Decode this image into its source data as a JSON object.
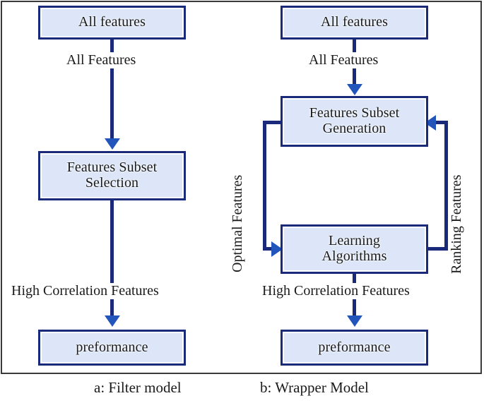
{
  "figure": {
    "colors": {
      "box_border": "#1a2a7a",
      "box_fill": "#dce6f8",
      "arrow": "#2255bb",
      "frame": "#3a3a3a",
      "text": "#1a1a1a"
    },
    "panels": [
      {
        "id": "filter-model",
        "caption": "a: Filter model",
        "boxes": [
          {
            "id": "all-features",
            "label": "All features"
          },
          {
            "id": "features-subset-selection",
            "label": "Features Subset Selection"
          },
          {
            "id": "preformance",
            "label": "preformance"
          }
        ],
        "edge_labels": [
          {
            "id": "all-features-edge",
            "label": "All Features"
          },
          {
            "id": "high-correlation-features-edge",
            "label": "High Correlation Features"
          }
        ]
      },
      {
        "id": "wrapper-model",
        "caption": "b: Wrapper Model",
        "boxes": [
          {
            "id": "all-features",
            "label": "All features"
          },
          {
            "id": "features-subset-generation",
            "label": "Features Subset Generation"
          },
          {
            "id": "learning-algorithms",
            "label": "Learning Algorithms"
          },
          {
            "id": "preformance",
            "label": "preformance"
          }
        ],
        "edge_labels": [
          {
            "id": "all-features-edge",
            "label": "All Features"
          },
          {
            "id": "optimal-features-edge",
            "label": "Optimal Features"
          },
          {
            "id": "ranking-features-edge",
            "label": "Ranking Features"
          },
          {
            "id": "high-correlation-features-edge",
            "label": "High Correlation Features"
          }
        ]
      }
    ]
  },
  "left": {
    "box_all_features": "All features",
    "box_subset_selection_line1": "Features Subset",
    "box_subset_selection_line2": "Selection",
    "box_preformance": "preformance",
    "label_all_features": "All Features",
    "label_high_correlation": "High Correlation Features",
    "caption": "a: Filter model"
  },
  "right": {
    "box_all_features": "All features",
    "box_subset_generation_line1": "Features Subset",
    "box_subset_generation_line2": "Generation",
    "box_learning_line1": "Learning",
    "box_learning_line2": "Algorithms",
    "box_preformance": "preformance",
    "label_all_features": "All Features",
    "label_optimal_features": "Optimal Features",
    "label_ranking_features": "Ranking Features",
    "label_high_correlation": "High Correlation Features",
    "caption": "b: Wrapper Model"
  }
}
